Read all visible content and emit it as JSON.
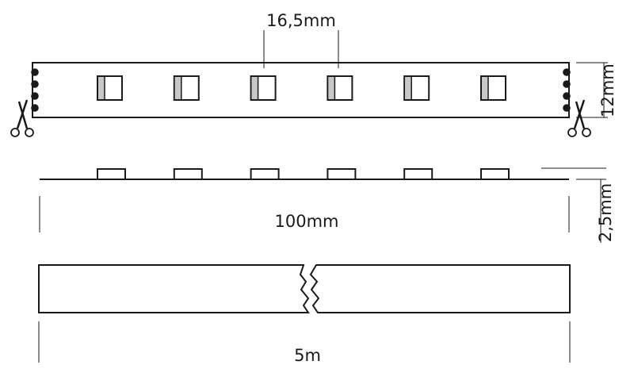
{
  "labels": {
    "led_pitch": "16,5mm",
    "strip_width": "12mm",
    "strip_height": "2,5mm",
    "cut_segment": "100mm",
    "total_length": "5m"
  },
  "icons": {
    "cut_mark": "scissors-icon"
  },
  "segment": {
    "led_count": 6,
    "solder_pads_per_side": 4
  },
  "colors": {
    "line": "#1a1a1a",
    "led_chip_fill": "#c8c8c8",
    "background": "#ffffff"
  }
}
